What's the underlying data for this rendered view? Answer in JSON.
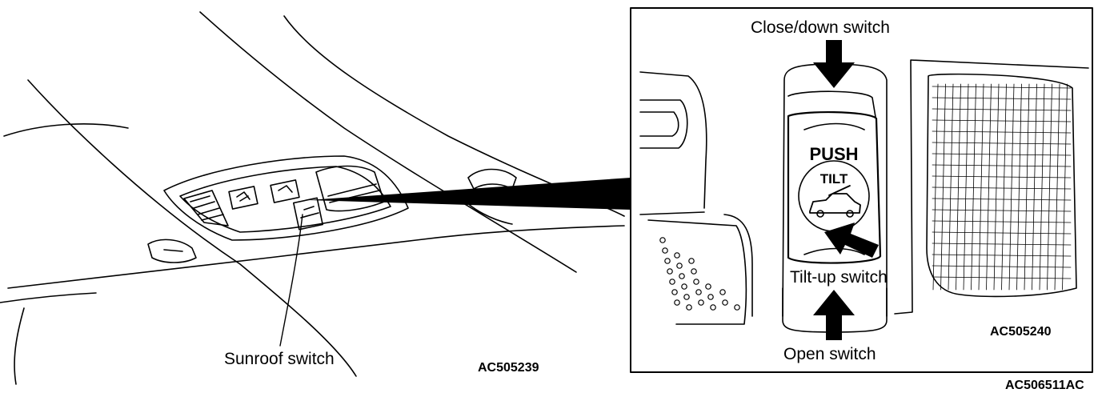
{
  "labels": {
    "sunroof_switch": "Sunroof switch",
    "close_down_switch": "Close/down switch",
    "tilt_up_switch": "Tilt-up switch",
    "open_switch": "Open switch"
  },
  "switch_face": {
    "push": "PUSH",
    "tilt": "TILT"
  },
  "codes": {
    "left_view": "AC505239",
    "detail_view": "AC505240",
    "figure": "AC506511AC"
  },
  "colors": {
    "line": "#000000",
    "background": "#ffffff"
  },
  "icons": {
    "tilt_symbol": "car-sunroof-tilt-icon"
  }
}
